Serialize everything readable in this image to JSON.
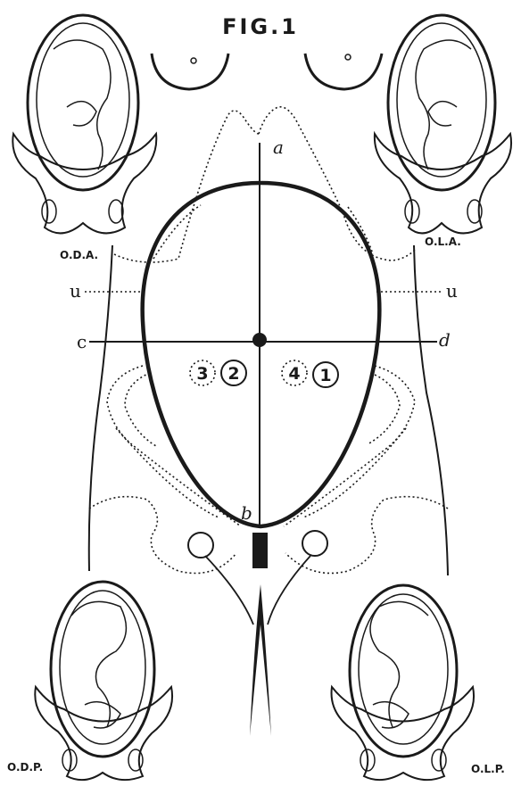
{
  "figure": {
    "title": "FIG.1"
  },
  "axis_labels": {
    "top": "a",
    "bottom": "b",
    "left": "c",
    "right": "d",
    "umbilical_left": "u",
    "umbilical_right": "u"
  },
  "position_numbers": {
    "left_outer": "3",
    "left_inner": "2",
    "right_inner": "4",
    "right_outer": "1"
  },
  "fetal_positions": {
    "top_left": "O.D.A.",
    "top_right": "O.L.A.",
    "bottom_left": "O.D.P.",
    "bottom_right": "O.L.P."
  },
  "icons": [
    "breast-icon",
    "fetus-in-pelvis-icon",
    "pelvis-outline-icon",
    "vulva-icon"
  ]
}
